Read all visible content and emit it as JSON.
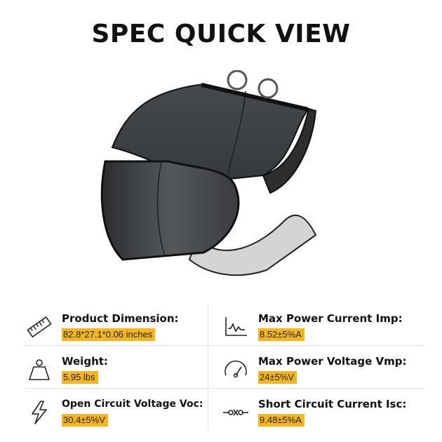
{
  "title": "SPEC QUICK VIEW",
  "specs": {
    "dimension": {
      "label": "Product Dimension:",
      "value": "82.8*27.1*0.06 inches",
      "icon": "ruler-icon"
    },
    "imp": {
      "label": "Max Power Current Imp:",
      "value": "8.52±5%A",
      "icon": "line-chart-icon"
    },
    "weight": {
      "label": "Weight:",
      "value": "5.95 lbs",
      "icon": "weight-icon"
    },
    "vmp": {
      "label": "Max Power Voltage Vmp:",
      "value": "24±5%V",
      "icon": "gauge-icon"
    },
    "voc": {
      "label": "Open Circuit Voltage Voc:",
      "value": "30.4±5%V",
      "icon": "lightning-icon"
    },
    "isc": {
      "label": "Short Circuit Current Isc:",
      "value": "9.48±5%A",
      "icon": "circuit-icon"
    }
  },
  "colors": {
    "highlight": "#f5b51d",
    "panel": "#3a3d40",
    "panel_back": "#d2d2d2"
  }
}
